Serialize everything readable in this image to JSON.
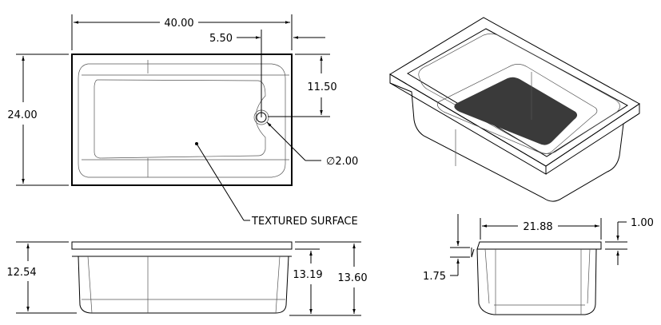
{
  "top_view": {
    "width_dim": "40.00",
    "height_dim": "24.00",
    "drain_offset_x": "5.50",
    "drain_offset_y": "11.50",
    "drain_diameter": "∅2.00",
    "note": "TEXTURED SURFACE"
  },
  "front_view": {
    "height_left": "12.54",
    "height_inner": "13.19",
    "height_overall": "13.60"
  },
  "side_view": {
    "width_dim": "21.88",
    "rim_thickness": "1.00",
    "lip_height": "1.75"
  },
  "colors": {
    "line": "#000000",
    "iso_fill": "#e8e8e8",
    "iso_floor": "#3a3a3a"
  }
}
